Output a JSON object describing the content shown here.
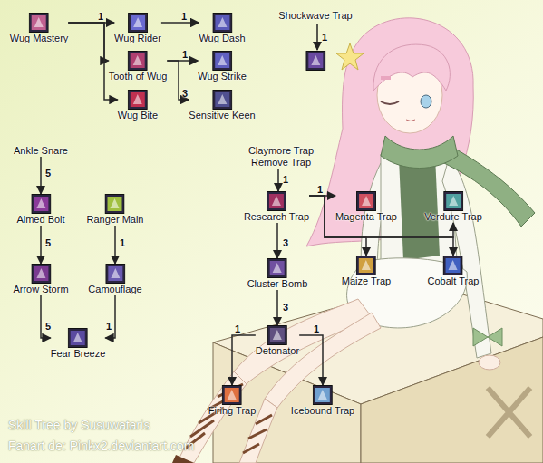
{
  "diagram": {
    "nodes": [
      {
        "text": [
          "Wug Mastery"
        ]
      },
      {
        "text": [
          "Wug Rider"
        ]
      },
      {
        "text": [
          "Wug Dash"
        ]
      },
      {
        "text": [
          "Tooth of Wug"
        ]
      },
      {
        "text": [
          "Wug Strike"
        ]
      },
      {
        "text": [
          "Sensitive Keen"
        ]
      },
      {
        "text": [
          "Wug Bite"
        ]
      },
      {
        "text": [
          "Shockwave Trap"
        ]
      },
      {
        "text": [
          "Ankle Snare"
        ]
      },
      {
        "text": [
          "Aimed Bolt"
        ]
      },
      {
        "text": [
          "Ranger Main"
        ]
      },
      {
        "text": [
          "Arrow Storm"
        ]
      },
      {
        "text": [
          "Camouflage"
        ]
      },
      {
        "text": [
          "Fear Breeze"
        ]
      },
      {
        "text": [
          "Claymore Trap",
          "Remove Trap"
        ]
      },
      {
        "text": [
          "Research Trap"
        ]
      },
      {
        "text": [
          "Magenta Trap"
        ]
      },
      {
        "text": [
          "Verdure Trap"
        ]
      },
      {
        "text": [
          "Maize Trap"
        ]
      },
      {
        "text": [
          "Cobalt Trap"
        ]
      },
      {
        "text": [
          "Cluster Bomb"
        ]
      },
      {
        "text": [
          "Detonator"
        ]
      },
      {
        "text": [
          "Firing Trap"
        ]
      },
      {
        "text": [
          "Icebound Trap"
        ]
      }
    ],
    "edges": [
      {
        "from": 0,
        "to": 1,
        "label": "1",
        "arrow": "to"
      },
      {
        "from": 0,
        "to": 3,
        "arrow": "to"
      },
      {
        "from": 0,
        "to": 6,
        "arrow": "to"
      },
      {
        "from": 1,
        "to": 2,
        "label": "1",
        "arrow": "to"
      },
      {
        "from": 3,
        "to": 4,
        "label": "1",
        "arrow": "to"
      },
      {
        "from": 3,
        "to": 5,
        "label": "3",
        "arrow": "to"
      },
      {
        "from": 8,
        "to": 9,
        "label": "5",
        "arrow": "to"
      },
      {
        "from": 9,
        "to": 11,
        "label": "5",
        "arrow": "to"
      },
      {
        "from": 11,
        "to": 13,
        "label": "5",
        "arrow": "to"
      },
      {
        "from": 10,
        "to": 12,
        "label": "1",
        "arrow": "to"
      },
      {
        "from": 12,
        "to": 13,
        "label": "1",
        "arrow": "to"
      },
      {
        "from": 14,
        "to": 15,
        "label": "1",
        "arrow": "to"
      },
      {
        "from": 15,
        "to": 16,
        "label": "1",
        "arrow": "to"
      },
      {
        "from": 15,
        "to": 17,
        "arrow": "to"
      },
      {
        "from": 15,
        "to": 18,
        "arrow": "to"
      },
      {
        "from": 15,
        "to": 19,
        "arrow": "to"
      },
      {
        "from": 15,
        "to": 20,
        "label": "3",
        "arrow": "to"
      },
      {
        "from": 20,
        "to": 21,
        "label": "3",
        "arrow": "to"
      },
      {
        "from": 21,
        "to": 22,
        "label": "1",
        "arrow": "to"
      },
      {
        "from": 21,
        "to": 23,
        "label": "1",
        "arrow": "to"
      }
    ],
    "labels": [
      "1",
      "Skill Tree by Susuwataris",
      "Fanart de: Pinkx2.deviantart.com"
    ]
  }
}
